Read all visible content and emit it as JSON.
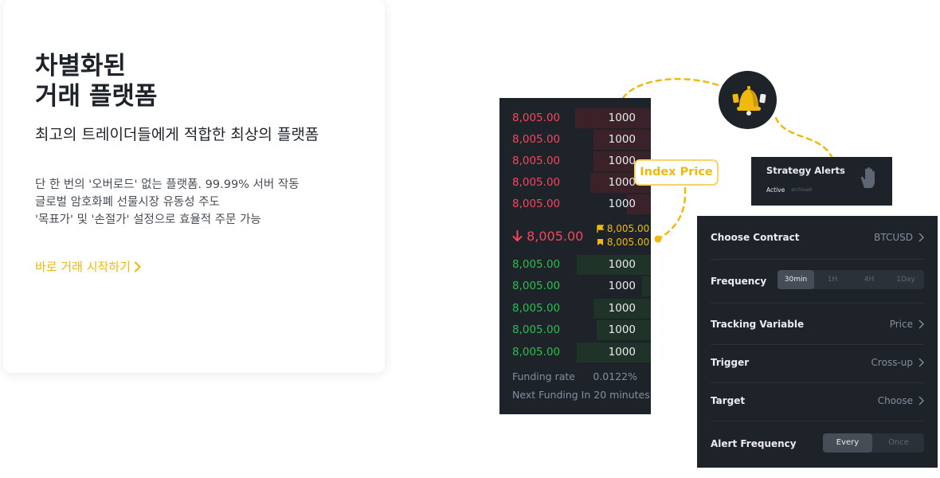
{
  "hero": {
    "title_line1": "차별화된",
    "title_line2": "거래 플랫폼",
    "subtitle": "최고의 트레이더들에게 적합한 최상의 플랫폼",
    "bullets": [
      "단 한 번의 '오버로드' 없는 플랫폼. 99.99% 서버 작동",
      "글로벌 암호화폐 선물시장 유동성 주도",
      "'목표가' 및 '손절가' 설정으로 효율적 주문 가능"
    ],
    "cta_label": "바로 거래 시작하기"
  },
  "orderbook": {
    "asks": [
      {
        "price": "8,005.00",
        "qty": "1000",
        "depth": 0.5
      },
      {
        "price": "8,005.00",
        "qty": "1000",
        "depth": 0.38
      },
      {
        "price": "8,005.00",
        "qty": "1000",
        "depth": 0.38
      },
      {
        "price": "8,005.00",
        "qty": "1000",
        "depth": 0.4
      },
      {
        "price": "8,005.00",
        "qty": "1000",
        "depth": 0.16
      }
    ],
    "mid_price": "8,005.00",
    "mark_price": "8,005.00",
    "index_price": "8,005.00",
    "bids": [
      {
        "price": "8,005.00",
        "qty": "1000",
        "depth": 0.49
      },
      {
        "price": "8,005.00",
        "qty": "1000",
        "depth": 0.06
      },
      {
        "price": "8,005.00",
        "qty": "1000",
        "depth": 0.38
      },
      {
        "price": "8,005.00",
        "qty": "1000",
        "depth": 0.36
      },
      {
        "price": "8,005.00",
        "qty": "1000",
        "depth": 0.49
      }
    ],
    "funding_rate_label": "Funding rate",
    "funding_rate_value": "0.0122%",
    "next_funding": "Next Funding In 20 minutes"
  },
  "index_badge": "Index Price",
  "strategy": {
    "title": "Strategy Alerts",
    "active": "Active",
    "archived": "archived"
  },
  "alert_panel": {
    "contract_label": "Choose Contract",
    "contract_value": "BTCUSD",
    "frequency_label": "Frequency",
    "frequency_options": [
      "30min",
      "1H",
      "4H",
      "1Day"
    ],
    "tracking_label": "Tracking Variable",
    "tracking_value": "Price",
    "trigger_label": "Trigger",
    "trigger_value": "Cross-up",
    "target_label": "Target",
    "target_value": "Choose",
    "alert_freq_label": "Alert Frequency",
    "alert_freq_options": [
      "Every",
      "Once"
    ]
  },
  "colors": {
    "accent": "#f0b90b",
    "ask": "#f6465d",
    "bid": "#2ebd4e",
    "panel_bg": "#1e2329"
  }
}
